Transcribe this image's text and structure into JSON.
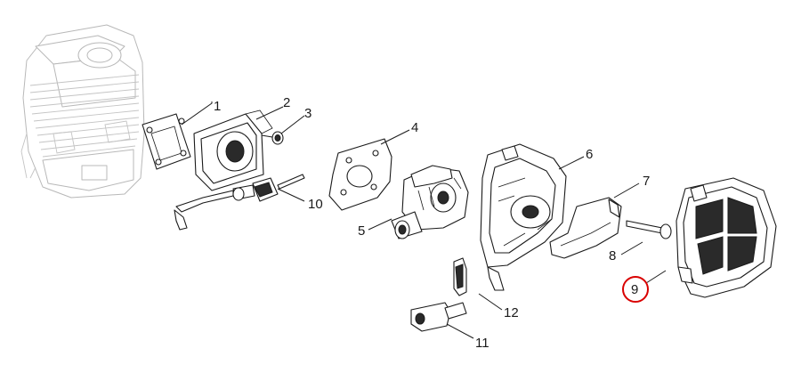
{
  "diagram": {
    "highlight_color": "#d90000",
    "ink_color": "#1a1a1a",
    "ghost_color": "#b8b8b8",
    "callouts": [
      {
        "id": "1",
        "part": "gasket"
      },
      {
        "id": "2",
        "part": "intake-manifold"
      },
      {
        "id": "3",
        "part": "screw"
      },
      {
        "id": "4",
        "part": "carburetor-gasket"
      },
      {
        "id": "5",
        "part": "carburetor"
      },
      {
        "id": "6",
        "part": "air-filter-base"
      },
      {
        "id": "7",
        "part": "baffle"
      },
      {
        "id": "8",
        "part": "stud"
      },
      {
        "id": "9",
        "part": "air-filter",
        "highlighted": true
      },
      {
        "id": "10",
        "part": "choke-linkage"
      },
      {
        "id": "11",
        "part": "choke-lever"
      },
      {
        "id": "12",
        "part": "bracket"
      }
    ]
  }
}
